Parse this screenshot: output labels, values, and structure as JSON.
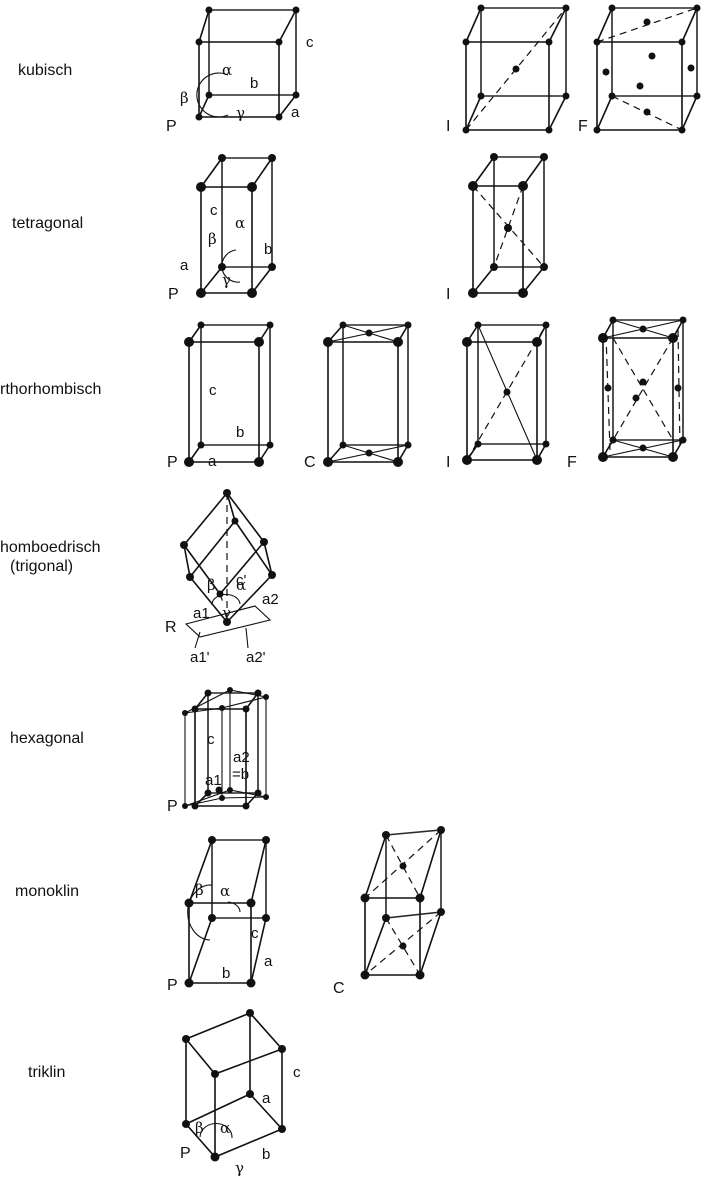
{
  "systems": [
    {
      "name": "kubisch",
      "lattices": [
        "P",
        "I",
        "F"
      ],
      "axes": [
        "c",
        "b",
        "a"
      ],
      "angles": [
        "α",
        "β",
        "γ"
      ]
    },
    {
      "name": "tetragonal",
      "lattices": [
        "P",
        "I"
      ],
      "axes": [
        "c",
        "a",
        "b"
      ],
      "angles": [
        "α",
        "β",
        "γ"
      ]
    },
    {
      "name": "rthorhombisch",
      "lattices": [
        "P",
        "C",
        "I",
        "F"
      ],
      "axes": [
        "c",
        "b",
        "a"
      ],
      "angles": []
    },
    {
      "name": "homboedrisch",
      "name2": "(trigonal)",
      "lattices": [
        "R"
      ],
      "axes": [
        "c'",
        "a1",
        "a2",
        "a1'",
        "a2'"
      ],
      "angles": [
        "α",
        "β",
        "γ"
      ]
    },
    {
      "name": "hexagonal",
      "lattices": [
        "P"
      ],
      "axes": [
        "c",
        "a2",
        "a1",
        "=b"
      ],
      "angles": []
    },
    {
      "name": "monoklin",
      "lattices": [
        "P",
        "C"
      ],
      "axes": [
        "c",
        "b",
        "a"
      ],
      "angles": [
        "α",
        "β"
      ]
    },
    {
      "name": "triklin",
      "lattices": [
        "P"
      ],
      "axes": [
        "c",
        "a",
        "b"
      ],
      "angles": [
        "α",
        "β",
        "γ"
      ]
    }
  ],
  "style": {
    "ink": "#111111",
    "background": "#ffffff"
  }
}
